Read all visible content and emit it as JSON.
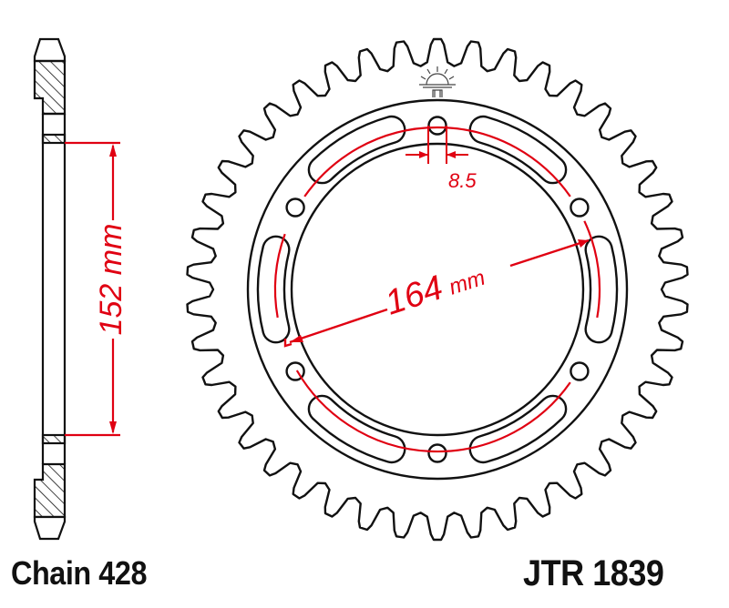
{
  "title": "Rear sprocket technical drawing",
  "labels": {
    "chain": "Chain 428",
    "part_number": "JTR 1839"
  },
  "dimensions": {
    "center_to_center_side": "152 mm",
    "bolt_circle_diameter": "164 mm",
    "bolt_hole_diameter": "8.5"
  },
  "sprocket": {
    "teeth": 42,
    "bolt_holes": 6,
    "lightening_slots": 6
  },
  "colors": {
    "outline": "#111111",
    "dimension": "#e00012",
    "background": "#ffffff"
  },
  "icons": {
    "sun_symbol": "sun-logo-icon"
  }
}
